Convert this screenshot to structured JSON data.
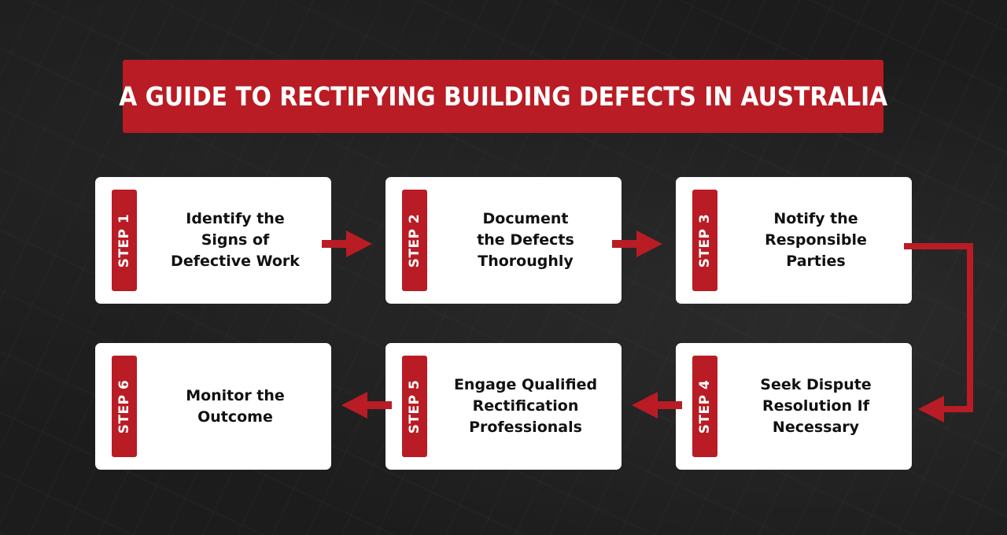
{
  "title": "A GUIDE TO RECTIFYING BUILDING DEFECTS IN AUSTRALIA",
  "steps": [
    {
      "badge": "STEP 1",
      "label": "Identify the\nSigns of\nDefective Work"
    },
    {
      "badge": "STEP 2",
      "label": "Document\nthe Defects\nThoroughly"
    },
    {
      "badge": "STEP 3",
      "label": "Notify the\nResponsible\nParties"
    },
    {
      "badge": "STEP 4",
      "label": "Seek Dispute\nResolution If\nNecessary"
    },
    {
      "badge": "STEP 5",
      "label": "Engage Qualified\nRectification\nProfessionals"
    },
    {
      "badge": "STEP 6",
      "label": "Monitor the\nOutcome"
    }
  ],
  "colors": {
    "accent": "#b91c24",
    "card": "#ffffff",
    "text": "#111111"
  },
  "icons": [
    "arrow-right-icon",
    "arrow-left-icon",
    "elbow-arrow-icon"
  ]
}
